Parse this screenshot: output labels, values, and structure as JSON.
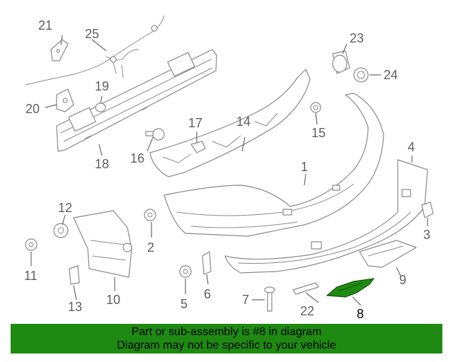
{
  "diagram": {
    "callouts": {
      "c1": "1",
      "c2": "2",
      "c3": "3",
      "c4": "4",
      "c5": "5",
      "c6": "6",
      "c7": "7",
      "c8": "8",
      "c9": "9",
      "c10": "10",
      "c11": "11",
      "c12": "12",
      "c13": "13",
      "c14": "14",
      "c15": "15",
      "c16": "16",
      "c17": "17",
      "c18": "18",
      "c19": "19",
      "c20": "20",
      "c21": "21",
      "c22": "22",
      "c23": "23",
      "c24": "24",
      "c25": "25"
    },
    "highlight_color": "#1e8a12"
  },
  "footer": {
    "line1": "Part or sub-assembly is #8 in diagram",
    "line2": "Diagram may not be specific to your vehicle",
    "background": "#1e8a12"
  }
}
